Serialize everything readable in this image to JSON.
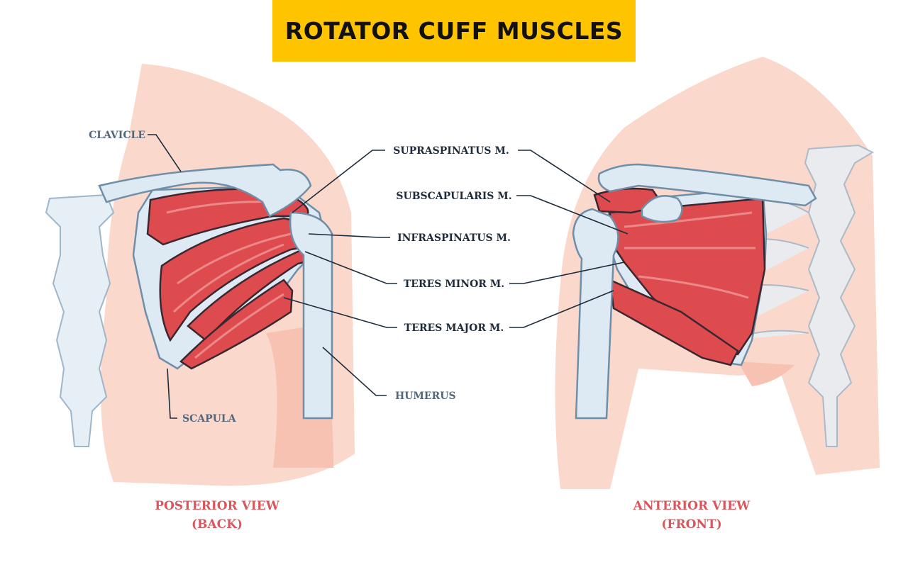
{
  "title": "ROTATOR CUFF MUSCLES",
  "labels": {
    "clavicle": "CLAVICLE",
    "scapula": "SCAPULA",
    "humerus": "HUMERUS",
    "supraspinatus": "SUPRASPINATUS M.",
    "subscapularis": "SUBSCAPULARIS M.",
    "infraspinatus": "INFRASPINATUS M.",
    "teres_minor": "TERES MINOR M.",
    "teres_major": "TERES MAJOR M."
  },
  "views": {
    "posterior_line1": "POSTERIOR VIEW",
    "posterior_line2": "(BACK)",
    "anterior_line1": "ANTERIOR VIEW",
    "anterior_line2": "(FRONT)"
  },
  "colors": {
    "banner": "#FFC400",
    "muscle": "#DE4B4F",
    "bone": "#DDE9F3",
    "skin": "#FBD8CC",
    "view_label": "#D9575C"
  }
}
